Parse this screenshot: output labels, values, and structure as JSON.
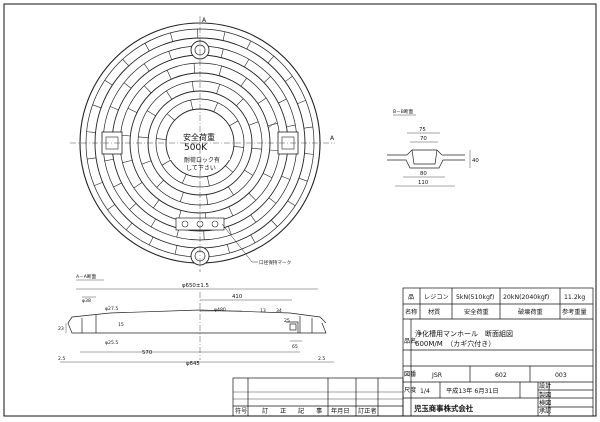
{
  "plan": {
    "section_mark_a": "A",
    "label_line1": "安全荷重",
    "label_line2": "500K",
    "label_line3": "耐荷ロック有",
    "label_line4": "して下さい",
    "lock_callout": "口径保持マーク"
  },
  "section_bb": {
    "title": "B－B断面",
    "dims": [
      "75",
      "70",
      "80",
      "110",
      "40"
    ]
  },
  "section_aa": {
    "title": "A－A断面",
    "dims": {
      "outer": "φ650±1.5",
      "top_span": "410",
      "small_w": "φ38",
      "hole1": "φ27.5",
      "hole2": "φ25.5",
      "pcd": "φ480",
      "inner": "570",
      "bottom": "φ645",
      "d13": "13",
      "d34": "34",
      "d25": "25",
      "d15": "15",
      "d23": "23",
      "d65": "65",
      "left_25": "2.5",
      "right_25": "2.5"
    }
  },
  "title_block": {
    "row1": [
      "品",
      "レジコン",
      "5kN(510kgf)",
      "20kN(2040kgf)",
      "11.2kg"
    ],
    "row2": [
      "名称",
      "材質",
      "安全荷重",
      "破壊荷重",
      "参考重量"
    ],
    "name_header": "品名",
    "name_line1": "浄化槽用マンホール　断面組図",
    "name_line2": "600M/M　（カギ穴付き）",
    "std": "JSR",
    "code1": "602",
    "code2": "003",
    "scale": "1/4",
    "date": "平成13年 6月31日",
    "company": "児玉商事株式会社",
    "side_labels": [
      "品名",
      "図番",
      "尺度"
    ],
    "rev_header": [
      "符号",
      "訂",
      "正",
      "記",
      "事",
      "年月日",
      "訂正者"
    ],
    "right_labels": [
      "設計",
      "製図",
      "検図",
      "承認"
    ]
  }
}
